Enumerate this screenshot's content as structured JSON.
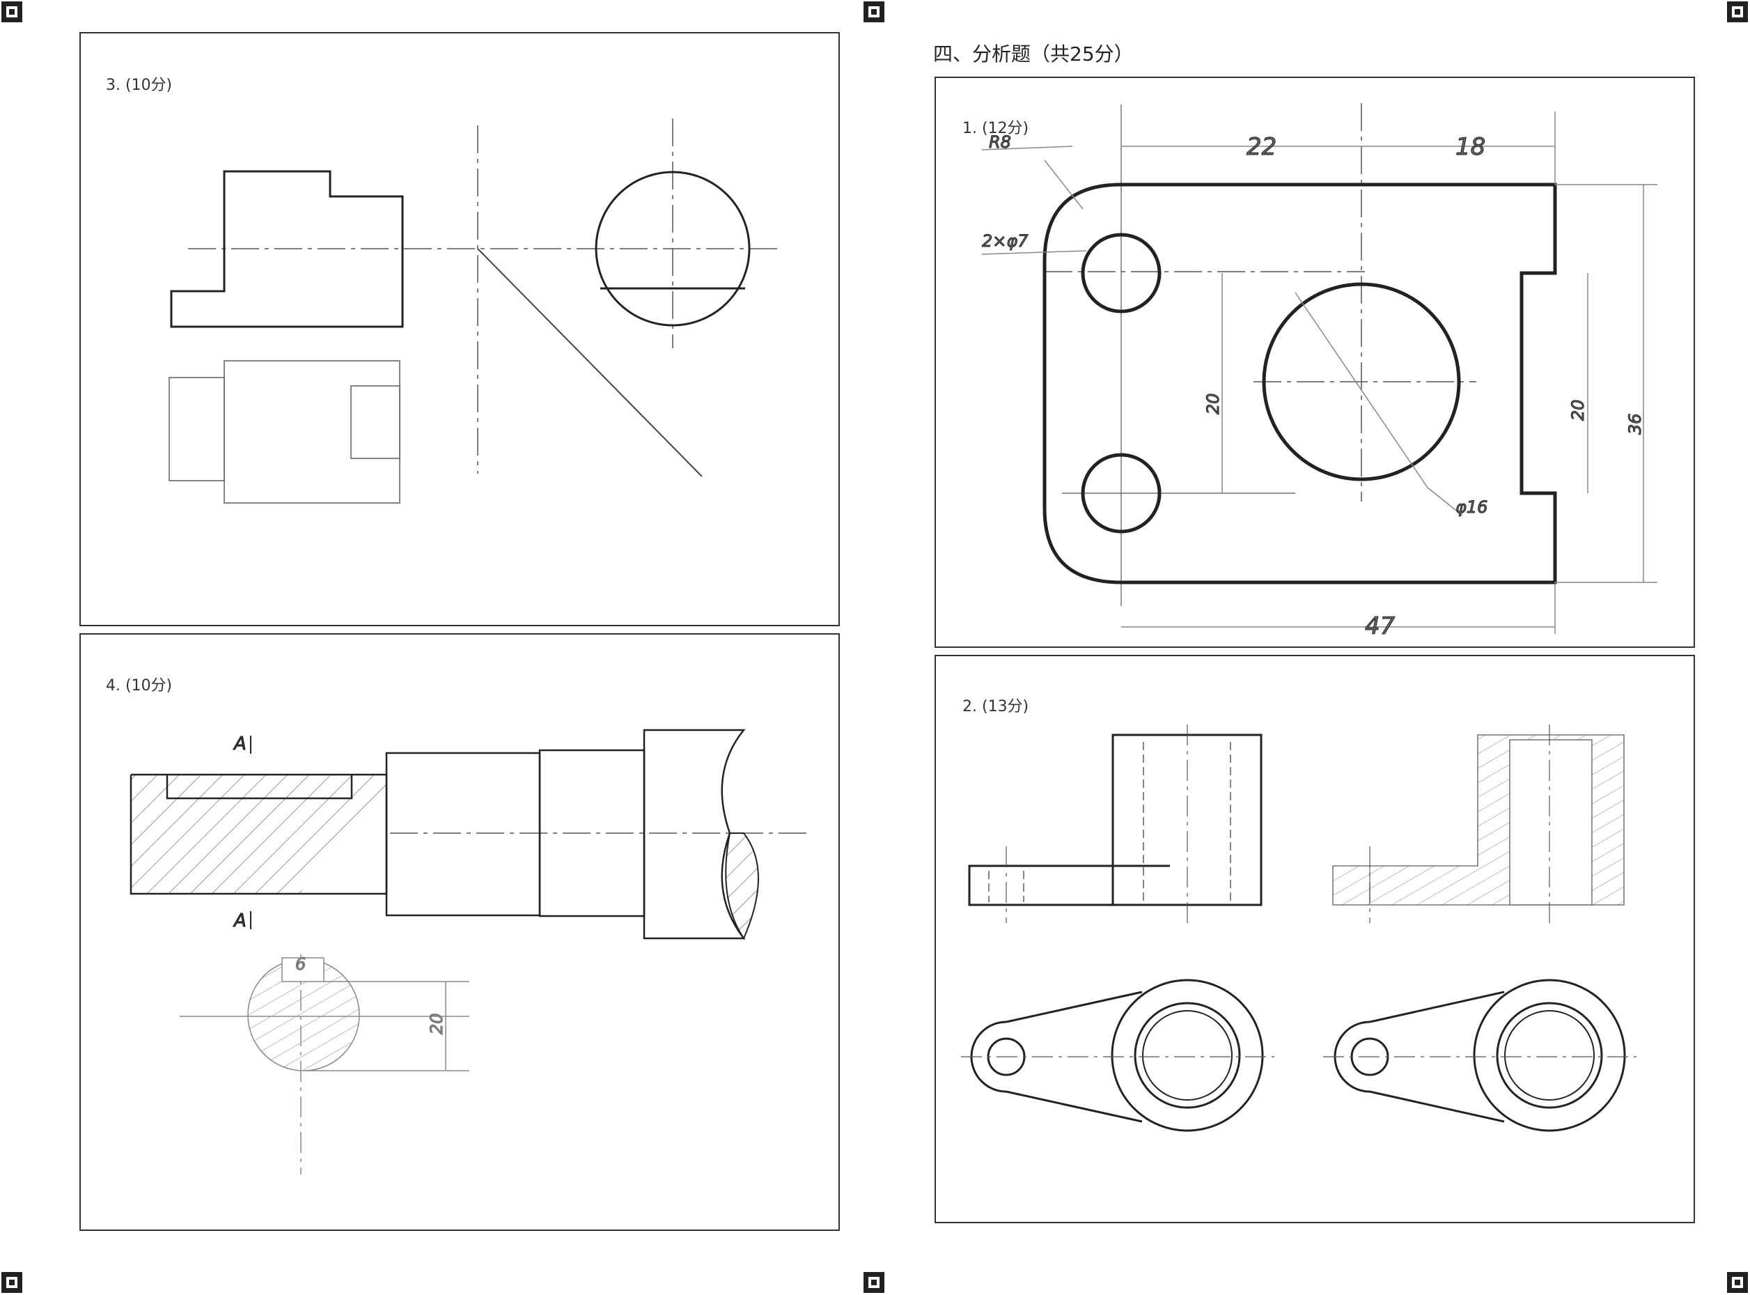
{
  "section": {
    "title": "四、分析题（共25分）"
  },
  "questions": {
    "q3": {
      "label": "3. (10分)"
    },
    "q4": {
      "label": "4. (10分)",
      "section_mark_top": "A",
      "section_mark_bottom": "A",
      "dim_width": "6",
      "dim_height": "20"
    },
    "a1": {
      "label": "1. (12分)",
      "radius": "R8",
      "holes": "2×φ7",
      "dim_22": "22",
      "dim_18": "18",
      "dim_20_left": "20",
      "dim_20_right": "20",
      "dim_36": "36",
      "dim_47": "47",
      "dim_16": "φ16"
    },
    "a2": {
      "label": "2. (13分)"
    }
  },
  "colors": {
    "ink": "#222222",
    "pencil": "#888888",
    "border": "#333333"
  }
}
